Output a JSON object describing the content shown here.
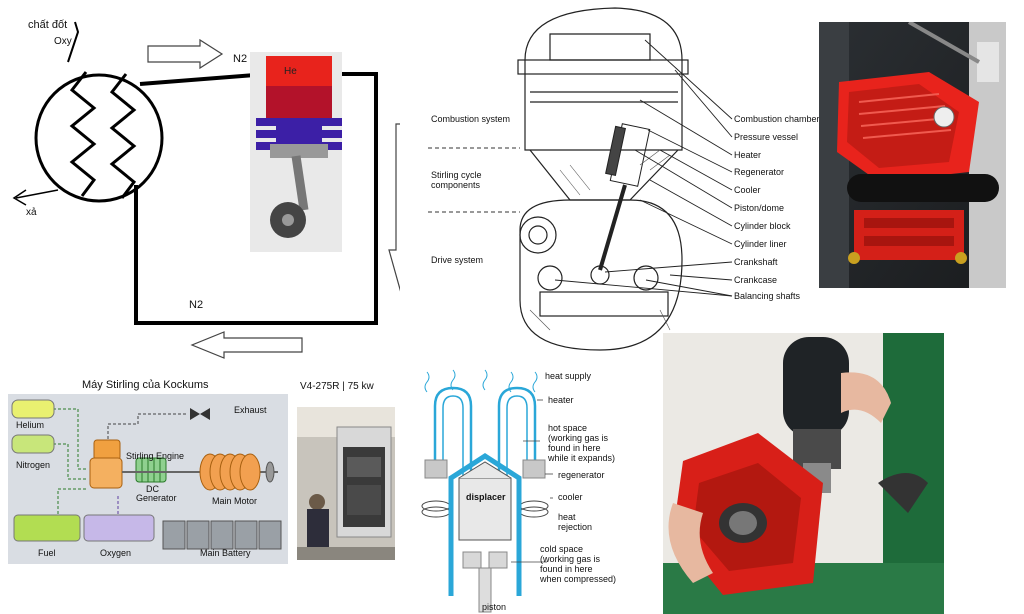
{
  "cycle": {
    "fuel_label": "chất đốt",
    "oxy_label": "Oxy",
    "exhaust_label": "xả",
    "n2_top": "N2",
    "n2_bottom": "N2",
    "he_label": "He"
  },
  "cutaway": {
    "left_labels": [
      "Combustion system",
      "Stirling cycle components",
      "Drive system"
    ],
    "right_labels": [
      "Combustion chamber",
      "Pressure vessel",
      "Heater",
      "Regenerator",
      "Cooler",
      "Piston/dome",
      "Cylinder block",
      "Cylinder liner",
      "Crankshaft",
      "Crankcase",
      "Balancing shafts"
    ]
  },
  "kockums": {
    "title": "Máy Stirling của Kockums",
    "helium": "Helium",
    "nitrogen": "Nitrogen",
    "exhaust": "Exhaust",
    "stirling_engine": "Stirling Engine",
    "dc_generator_1": "DC",
    "dc_generator_2": "Generator",
    "main_motor": "Main Motor",
    "fuel": "Fuel",
    "oxygen": "Oxygen",
    "main_battery": "Main Battery"
  },
  "v4": {
    "caption": "V4-275R | 75 kw"
  },
  "schematic": {
    "heat_supply": "heat supply",
    "heater": "heater",
    "hot_space_1": "hot space",
    "hot_space_2": "(working gas is",
    "hot_space_3": "found in here",
    "hot_space_4": "while it expands)",
    "regenerator": "regenerator",
    "cooler": "cooler",
    "heat_rejection_1": "heat",
    "heat_rejection_2": "rejection",
    "displacer": "displacer",
    "cold_space_1": "cold space",
    "cold_space_2": "(working gas is",
    "cold_space_3": "found in here",
    "cold_space_4": "when compressed)",
    "piston": "piston"
  },
  "colors": {
    "engine_red": "#e8231c",
    "kockums_bg": "#d9dde3",
    "schematic_blue": "#2aa7d8",
    "piston_purple": "#3c1fa6"
  }
}
